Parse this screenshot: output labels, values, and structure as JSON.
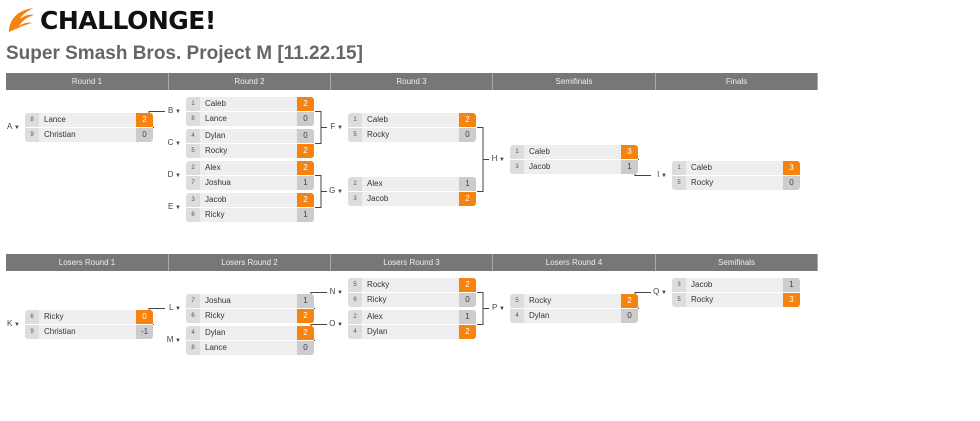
{
  "brand": {
    "logo_text": "CHALLONGE!",
    "accent": "#f7830f"
  },
  "title": "Super Smash Bros. Project M [11.22.15]",
  "winners": {
    "headers": [
      "Round 1",
      "Round 2",
      "Round 3",
      "Semifinals",
      "Finals"
    ],
    "matches": [
      {
        "id": "A",
        "players": [
          {
            "seed": "8",
            "name": "Lance",
            "score": "2",
            "win": true
          },
          {
            "seed": "9",
            "name": "Christian",
            "score": "0",
            "win": false
          }
        ]
      },
      {
        "id": "B",
        "players": [
          {
            "seed": "1",
            "name": "Caleb",
            "score": "2",
            "win": true
          },
          {
            "seed": "8",
            "name": "Lance",
            "score": "0",
            "win": false
          }
        ]
      },
      {
        "id": "C",
        "players": [
          {
            "seed": "4",
            "name": "Dylan",
            "score": "0",
            "win": false
          },
          {
            "seed": "5",
            "name": "Rocky",
            "score": "2",
            "win": true
          }
        ]
      },
      {
        "id": "D",
        "players": [
          {
            "seed": "2",
            "name": "Alex",
            "score": "2",
            "win": true
          },
          {
            "seed": "7",
            "name": "Joshua",
            "score": "1",
            "win": false
          }
        ]
      },
      {
        "id": "E",
        "players": [
          {
            "seed": "3",
            "name": "Jacob",
            "score": "2",
            "win": true
          },
          {
            "seed": "6",
            "name": "Ricky",
            "score": "1",
            "win": false
          }
        ]
      },
      {
        "id": "F",
        "players": [
          {
            "seed": "1",
            "name": "Caleb",
            "score": "2",
            "win": true
          },
          {
            "seed": "5",
            "name": "Rocky",
            "score": "0",
            "win": false
          }
        ]
      },
      {
        "id": "G",
        "players": [
          {
            "seed": "2",
            "name": "Alex",
            "score": "1",
            "win": false
          },
          {
            "seed": "3",
            "name": "Jacob",
            "score": "2",
            "win": true
          }
        ]
      },
      {
        "id": "H",
        "players": [
          {
            "seed": "1",
            "name": "Caleb",
            "score": "3",
            "win": true
          },
          {
            "seed": "3",
            "name": "Jacob",
            "score": "1",
            "win": false
          }
        ]
      },
      {
        "id": "I",
        "players": [
          {
            "seed": "1",
            "name": "Caleb",
            "score": "3",
            "win": true
          },
          {
            "seed": "5",
            "name": "Rocky",
            "score": "0",
            "win": false
          }
        ]
      }
    ]
  },
  "losers": {
    "headers": [
      "Losers Round 1",
      "Losers Round 2",
      "Losers Round 3",
      "Losers Round 4",
      "Semifinals"
    ],
    "matches": [
      {
        "id": "K",
        "players": [
          {
            "seed": "6",
            "name": "Ricky",
            "score": "0",
            "win": true
          },
          {
            "seed": "9",
            "name": "Christian",
            "score": "-1",
            "win": false
          }
        ]
      },
      {
        "id": "L",
        "players": [
          {
            "seed": "7",
            "name": "Joshua",
            "score": "1",
            "win": false
          },
          {
            "seed": "6",
            "name": "Ricky",
            "score": "2",
            "win": true
          }
        ]
      },
      {
        "id": "M",
        "players": [
          {
            "seed": "4",
            "name": "Dylan",
            "score": "2",
            "win": true
          },
          {
            "seed": "8",
            "name": "Lance",
            "score": "0",
            "win": false
          }
        ]
      },
      {
        "id": "N",
        "players": [
          {
            "seed": "5",
            "name": "Rocky",
            "score": "2",
            "win": true
          },
          {
            "seed": "6",
            "name": "Ricky",
            "score": "0",
            "win": false
          }
        ]
      },
      {
        "id": "O",
        "players": [
          {
            "seed": "2",
            "name": "Alex",
            "score": "1",
            "win": false
          },
          {
            "seed": "4",
            "name": "Dylan",
            "score": "2",
            "win": true
          }
        ]
      },
      {
        "id": "P",
        "players": [
          {
            "seed": "5",
            "name": "Rocky",
            "score": "2",
            "win": true
          },
          {
            "seed": "4",
            "name": "Dylan",
            "score": "0",
            "win": false
          }
        ]
      },
      {
        "id": "Q",
        "players": [
          {
            "seed": "3",
            "name": "Jacob",
            "score": "1",
            "win": false
          },
          {
            "seed": "5",
            "name": "Rocky",
            "score": "3",
            "win": true
          }
        ]
      }
    ]
  }
}
